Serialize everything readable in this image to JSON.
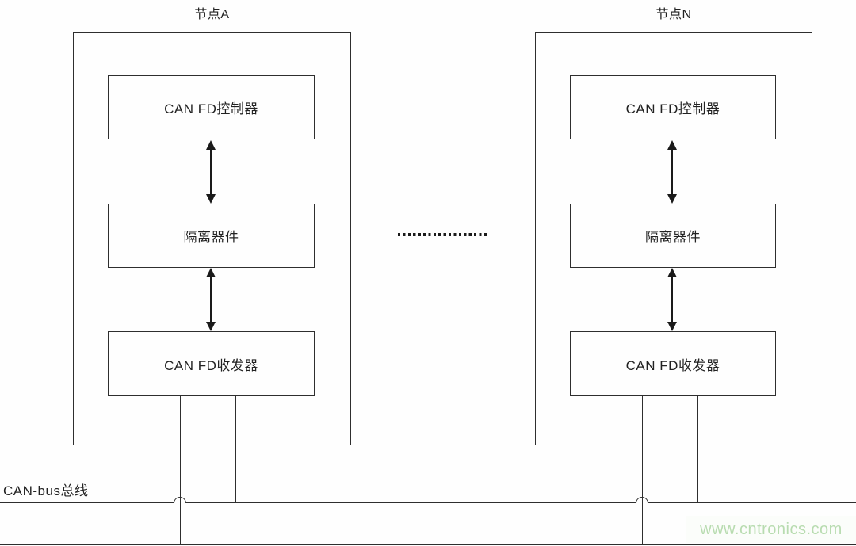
{
  "diagram": {
    "nodes": [
      {
        "title": "节点A",
        "controller": "CAN FD控制器",
        "isolator": "隔离器件",
        "transceiver": "CAN FD收发器"
      },
      {
        "title": "节点N",
        "controller": "CAN FD控制器",
        "isolator": "隔离器件",
        "transceiver": "CAN FD收发器"
      }
    ],
    "bus_label": "CAN-bus总线",
    "watermark": "www.cntronics.com"
  },
  "colors": {
    "line": "#2e2e2e",
    "arrow": "#1a1a1a",
    "text": "#222222",
    "watermark": "#b8dcb0",
    "wmbg": "#fbfdfa",
    "bg": "#fefefe"
  }
}
